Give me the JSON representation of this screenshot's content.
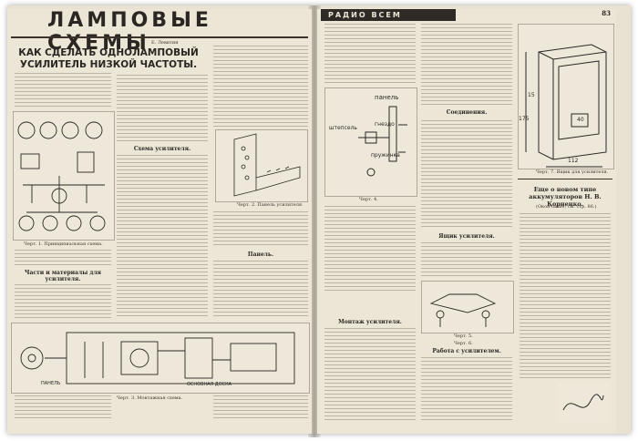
{
  "left_page": {
    "section_title": "ЛАМПОВЫЕ СХЕМЫ",
    "author": "Е. Левитин",
    "article_title": "КАК СДЕЛАТЬ ОДНОЛАМПОВЫЙ УСИЛИТЕЛЬ НИЗКОЙ ЧАСТОТЫ.",
    "subheads": {
      "parts": "Части и материалы для усилителя.",
      "scheme": "Схема усилителя.",
      "panel": "Панель."
    },
    "captions": {
      "fig1": "Черт. 1. Принципиальная схема.",
      "fig2": "Черт. 2. Панель усилителя.",
      "fig3": "Черт. 3. Монтажная схема."
    },
    "diagram_labels": {
      "panel": "ПАНЕЛЬ",
      "base": "ОСНОВНАЯ ДОСКА"
    }
  },
  "right_page": {
    "masthead": "РАДИО ВСЕМ",
    "page_number": "83",
    "diagram_labels": {
      "panel": "панель",
      "pin": "штепсель",
      "socket": "гнездо",
      "spring": "пружинка"
    },
    "subheads": {
      "connections": "Соединения.",
      "box": "Ящик усилителя.",
      "mounting": "Монтаж усилителя.",
      "work": "Работа с усилителем."
    },
    "box_dims": {
      "width": "112",
      "height": "175",
      "side": "15",
      "inner": "40"
    },
    "captions": {
      "fig4": "Черт. 4.",
      "fig5": "Черт. 5.",
      "fig6": "Черт. 6.",
      "fig7": "Черт. 7. Ящик для усилителя."
    },
    "sidebar_title": "Еще о новом типе аккумуляторов Н. В. Корненко.",
    "sidebar_sub": "(Окончание; см. стр. 86.)"
  }
}
